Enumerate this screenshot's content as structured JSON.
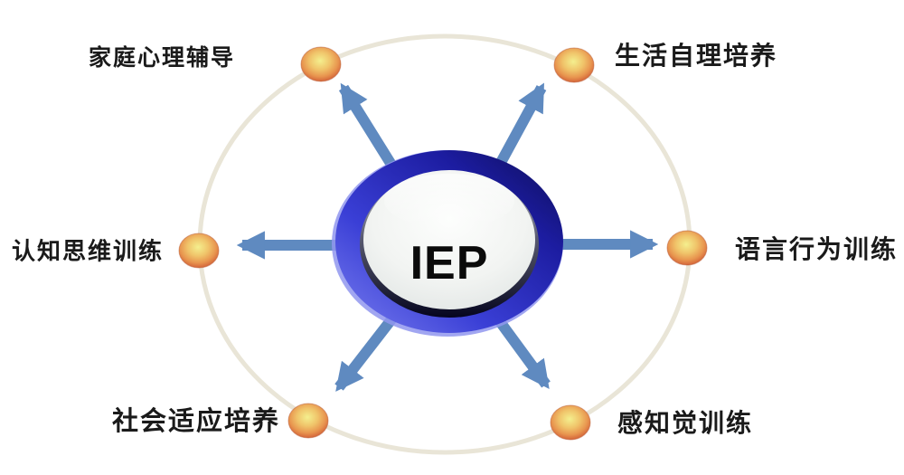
{
  "diagram": {
    "center_label": "IEP",
    "nodes": [
      {
        "label": "家庭心理辅导",
        "position": "top-left"
      },
      {
        "label": "生活自理培养",
        "position": "top-right"
      },
      {
        "label": "认知思维训练",
        "position": "left"
      },
      {
        "label": "语言行为训练",
        "position": "right"
      },
      {
        "label": "社会适应培养",
        "position": "bottom-left"
      },
      {
        "label": "感知觉训练",
        "position": "bottom-right"
      }
    ],
    "colors": {
      "background": "#ffffff",
      "arrow": "#5f8ac0",
      "orbit_ring": "#e9e5d7",
      "node_dot_highlight": "#f4ef8e",
      "node_dot_edge": "#bf4f2c",
      "center_ring_light": "#7b80f0",
      "center_ring_dark": "#0d0d55",
      "center_face": "#eef0ef",
      "label_text": "#1a1a1a",
      "center_text": "#0b0b0b"
    }
  }
}
